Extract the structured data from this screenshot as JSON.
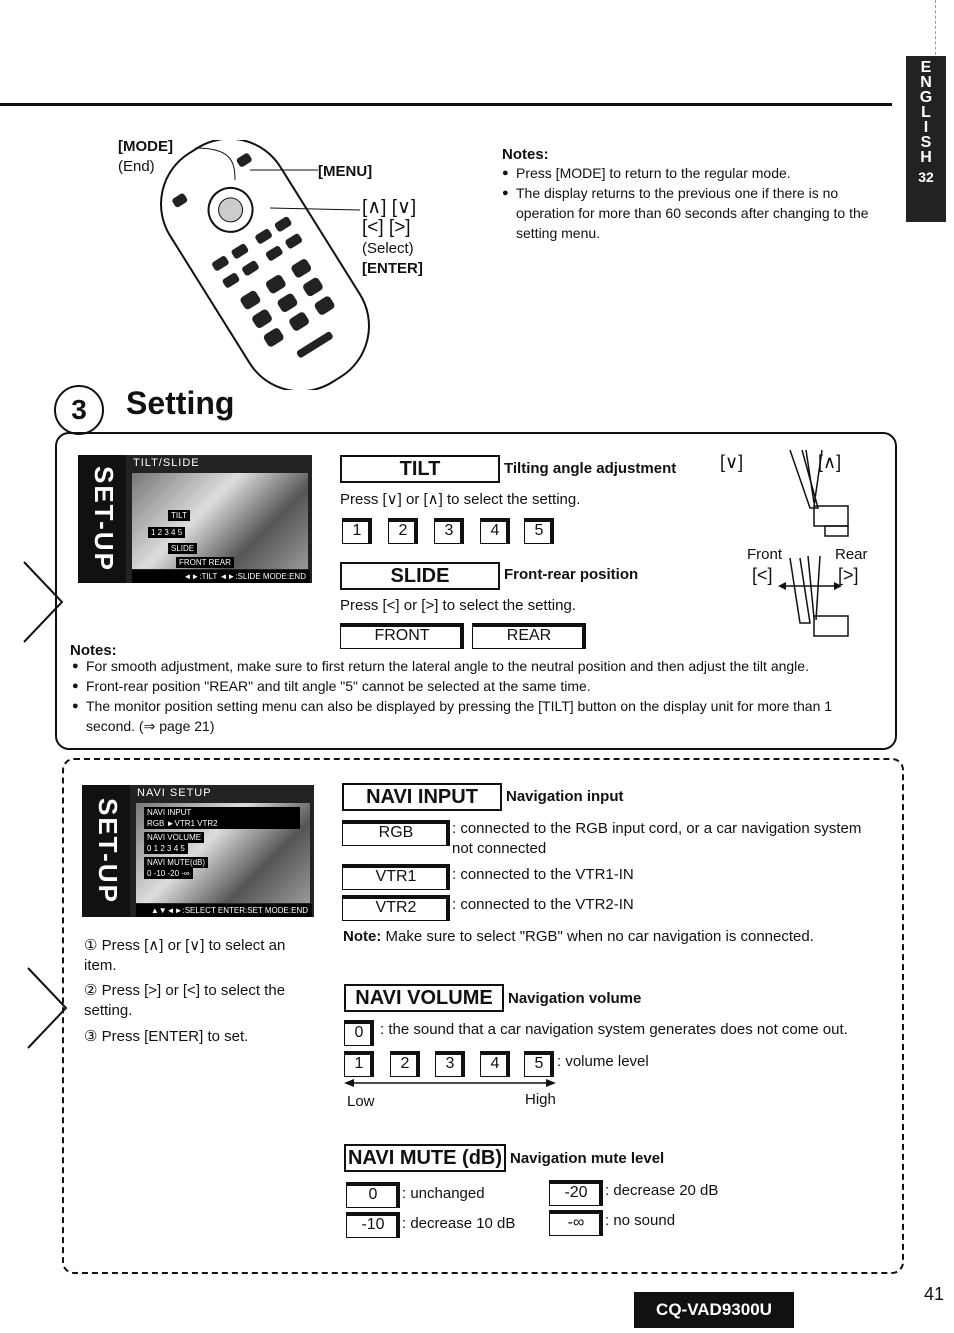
{
  "side_tab": {
    "letters": "ENGLISH",
    "page": "32"
  },
  "remote": {
    "mode": "[MODE]",
    "end": "(End)",
    "menu": "[MENU]",
    "updown": "[∧] [∨]",
    "leftright": "[<] [>]",
    "select": "(Select)",
    "enter": "[ENTER]"
  },
  "notes_top": {
    "heading": "Notes:",
    "items": [
      "Press [MODE] to return to the regular mode.",
      "The display returns to the previous one if there is no operation for more than 60 seconds after changing to the setting menu."
    ]
  },
  "section": {
    "number": "3",
    "title": "Setting"
  },
  "tilt_slide": {
    "lcd": {
      "side": "SET-UP",
      "title": "TILT/SLIDE",
      "tilt": "TILT",
      "tilt_values": "1  2  3  4  5",
      "slide": "SLIDE",
      "slide_values": "FRONT REAR",
      "footer": "◄►:TILT  ◄►:SLIDE  MODE:END"
    },
    "tilt_head": "TILT",
    "tilt_desc": "Tilting angle adjustment",
    "tilt_instr": "Press [∨] or [∧] to select the setting.",
    "tilt_options": [
      "1",
      "2",
      "3",
      "4",
      "5"
    ],
    "slide_head": "SLIDE",
    "slide_desc": "Front-rear position",
    "slide_instr": "Press [<] or [>] to select the setting.",
    "slide_options": [
      "FRONT",
      "REAR"
    ],
    "fig": {
      "down": "[∨]",
      "up": "[∧]",
      "front": "Front",
      "rear": "Rear",
      "left": "[<]",
      "right": "[>]"
    },
    "notes_heading": "Notes:",
    "notes": [
      "For smooth adjustment, make sure to first return the lateral angle to the neutral position and then adjust the tilt angle.",
      "Front-rear position \"REAR\" and tilt angle \"5\" cannot be selected at the same time.",
      "The monitor position setting menu can also be displayed by pressing the [TILT] button on the display unit for more than 1 second. (⇒ page 21)"
    ]
  },
  "navi": {
    "lcd": {
      "side": "SET-UP",
      "title": "NAVI SETUP",
      "r1": "NAVI INPUT",
      "r1v": "RGB ►VTR1  VTR2",
      "r2": "NAVI VOLUME",
      "r2v": "0  1  2  3  4  5",
      "r3": "NAVI MUTE(dB)",
      "r3v": "0  -10  -20  -∞",
      "footer": "▲▼◄►:SELECT  ENTER:SET  MODE:END"
    },
    "steps": [
      "① Press [∧] or [∨] to select an item.",
      "② Press [>] or [<] to select the setting.",
      "③ Press [ENTER] to set."
    ],
    "input_head": "NAVI INPUT",
    "input_desc": "Navigation input",
    "inputs": [
      {
        "label": "RGB",
        "desc": ": connected to the RGB input cord, or a car navigation system not connected"
      },
      {
        "label": "VTR1",
        "desc": ": connected to the VTR1-IN"
      },
      {
        "label": "VTR2",
        "desc": ": connected to the VTR2-IN"
      }
    ],
    "note_label": "Note:",
    "note_text": "Make sure to select \"RGB\" when no car navigation is connected.",
    "volume_head": "NAVI VOLUME",
    "volume_desc": "Navigation volume",
    "vol_zero": "0",
    "vol_zero_desc": ": the sound that a car navigation system generates does not come out.",
    "vol_levels": [
      "1",
      "2",
      "3",
      "4",
      "5"
    ],
    "vol_levels_desc": ": volume level",
    "low": "Low",
    "high": "High",
    "mute_head": "NAVI MUTE (dB)",
    "mute_desc": "Navigation mute level",
    "mutes": [
      {
        "label": "0",
        "desc": ": unchanged"
      },
      {
        "label": "-10",
        "desc": ": decrease 10 dB"
      },
      {
        "label": "-20",
        "desc": ": decrease 20 dB"
      },
      {
        "label": "-∞",
        "desc": ": no sound"
      }
    ]
  },
  "footer": {
    "model": "CQ-VAD9300U",
    "page": "41"
  }
}
